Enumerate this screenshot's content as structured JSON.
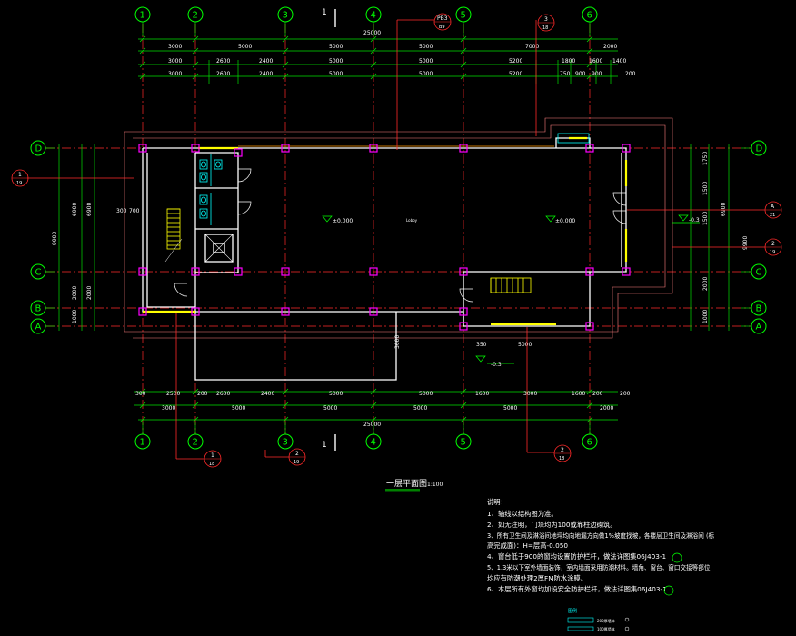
{
  "title": "一层平面图",
  "scale": "1:100",
  "top_axes": [
    "1",
    "2",
    "3",
    "4",
    "5",
    "6"
  ],
  "bottom_axes": [
    "1",
    "2",
    "3",
    "4",
    "5",
    "6"
  ],
  "left_axes": [
    "D",
    "C",
    "B",
    "A"
  ],
  "right_axes": [
    "D",
    "C",
    "B",
    "A"
  ],
  "dims": {
    "overall": "25000",
    "top_row1": [
      "3000",
      "5000",
      "5000",
      "5000",
      "7000",
      "2000"
    ],
    "top_row2": [
      "3000",
      "2600",
      "2400",
      "5000",
      "5000",
      "5200",
      "1800",
      "1600",
      "1400"
    ],
    "top_row3": [
      "3000",
      "2600",
      "2400",
      "5000",
      "5000",
      "5200",
      "750",
      "900",
      "900",
      "200"
    ],
    "bottom_row1": [
      "300",
      "2500",
      "200",
      "2600",
      "2400",
      "5000",
      "5000",
      "1600",
      "3000",
      "1600",
      "200",
      "200"
    ],
    "bottom_row2": [
      "3000",
      "5000",
      "5000",
      "5000",
      "5000",
      "2000"
    ],
    "left_outer": "9900",
    "left_inner": [
      "6900",
      "2000",
      "1000"
    ],
    "right_outer": "9900",
    "right_inner": [
      "6900",
      "1750",
      "1500",
      "1500",
      "2000",
      "1000"
    ],
    "left_small": [
      "300",
      "700"
    ]
  },
  "callouts": {
    "top_pb3": "PB3",
    "top_pb3_sub": "B9",
    "top_three": "3",
    "top_three_sub": "18",
    "top_one": "1",
    "bottom_one": "1",
    "left_bubble": "1",
    "left_bubble_sub": "19",
    "right_bubble_a": "A",
    "right_bubble_a_sub": "21",
    "right_bubble_b": "2",
    "right_bubble_b_sub": "19",
    "bottom_b1": "1",
    "bottom_b1_sub": "18",
    "bottom_b2": "2",
    "bottom_b2_sub": "19",
    "bottom_b3": "2",
    "bottom_b3_sub": "18"
  },
  "levels": {
    "lobby_left": "±0.000",
    "lobby_right": "±0.000",
    "exterior_right": "-0.3",
    "exterior_bottom": "-0.3",
    "room_center": "Lobby",
    "dim_3600": "3600",
    "dim_5000": "5000",
    "dim_350": "350"
  },
  "notes_title": "说明：",
  "notes": [
    "1、轴线以结构图为准。",
    "2、如无注明，门垛均为100或靠柱边砌筑。",
    "3、所有卫生间及淋浴间地坪均向地漏方向做1%坡度找坡，各楼层卫生间及淋浴间 (标",
    "   高完成面)：H=层高-0.050",
    "4、窗台低于900的窗均设置防护栏杆，做法详图集06J403-1",
    "5、1.3米以下室外墙面装饰，室内墙面采用防潮材料。墙角、窗台、窗口交接等部位",
    "   均应有防潮处理2厚FM防水涂膜。",
    "6、本层所有外窗均加设安全防护栏杆，做法详图集06J403-1"
  ],
  "legend_title": "图例",
  "legend": [
    "200厚墙体",
    "100厚墙体"
  ],
  "colors": {
    "grid": "#ff2a2a",
    "dimension": "#00e000",
    "column": "#ff00ff",
    "window": "#ffff00",
    "fixture": "#00ffff",
    "text": "#ffffff"
  }
}
